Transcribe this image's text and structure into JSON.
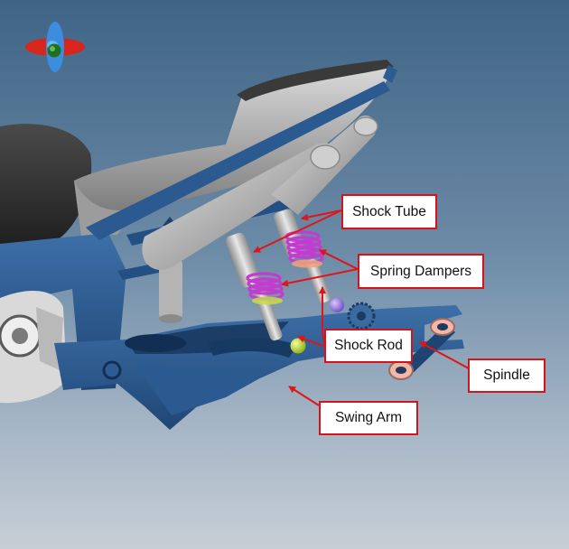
{
  "labels": {
    "shock_tube": "Shock Tube",
    "spring_dampers": "Spring Dampers",
    "shock_rod": "Shock Rod",
    "spindle": "Spindle",
    "swing_arm": "Swing Arm"
  },
  "colors": {
    "callout_border": "#d6131b",
    "arrow": "#e0141b",
    "frame": "#2c5c93",
    "frame_dark": "#1d3f68",
    "tank": "#8f8f8f",
    "spring": "#c23ccf",
    "seat": "#2a2a2a",
    "background_top": "#3f6486",
    "background_bottom": "#c7ced6"
  },
  "icons": [
    "orientation-triad-icon"
  ]
}
